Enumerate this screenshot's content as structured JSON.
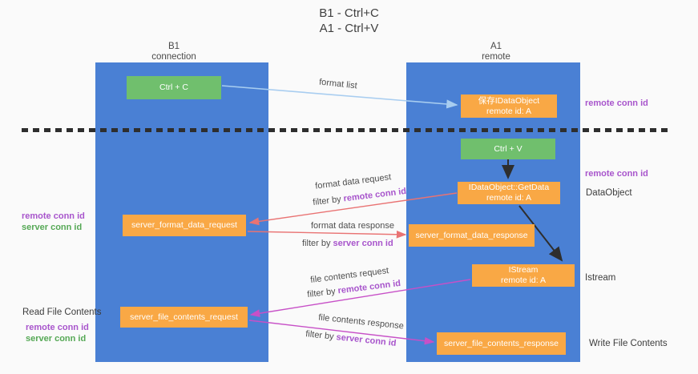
{
  "title": {
    "line1": "B1 - Ctrl+C",
    "line2": "A1 - Ctrl+V"
  },
  "lanes": {
    "b1": {
      "name": "B1",
      "role": "connection"
    },
    "a1": {
      "name": "A1",
      "role": "remote"
    }
  },
  "nodes": {
    "ctrl_c": {
      "label": "Ctrl + C"
    },
    "ctrl_v": {
      "label": "Ctrl + V"
    },
    "save_dataobject": {
      "line1": "保存IDataObject",
      "line2": "remote id: A"
    },
    "getdata": {
      "line1": "IDataObject::GetData",
      "line2": "remote id: A"
    },
    "istream": {
      "line1": "IStream",
      "line2": "remote id: A"
    },
    "format_request": {
      "label": "server_format_data_request"
    },
    "format_response": {
      "label": "server_format_data_response"
    },
    "file_request": {
      "label": "server_file_contents_request"
    },
    "file_response": {
      "label": "server_file_contents_response"
    }
  },
  "flows": {
    "format_list": "format list",
    "format_data_request": "format data request",
    "format_data_response": "format data response",
    "file_contents_request": "file contents request",
    "file_contents_response": "file contents response",
    "filter_prefix": "filter by ",
    "remote_conn_id": "remote conn id",
    "server_conn_id": "server conn id"
  },
  "side_labels": {
    "remote_conn_id": "remote conn id",
    "server_conn_id": "server conn id",
    "dataobject": "DataObject",
    "istream": "Istream",
    "read_file_contents": "Read File Contents",
    "write_file_contents": "Write File Contents"
  },
  "colors": {
    "lane_blue": "#4a80d4",
    "node_green": "#70bf6d",
    "node_orange": "#f9a845",
    "purple_text": "#a855cc",
    "green_text": "#55a855",
    "arrow_red": "#e97373",
    "arrow_magenta": "#c750c7",
    "arrow_blue": "#a8cdf0",
    "arrow_black": "#2e2e2e"
  }
}
